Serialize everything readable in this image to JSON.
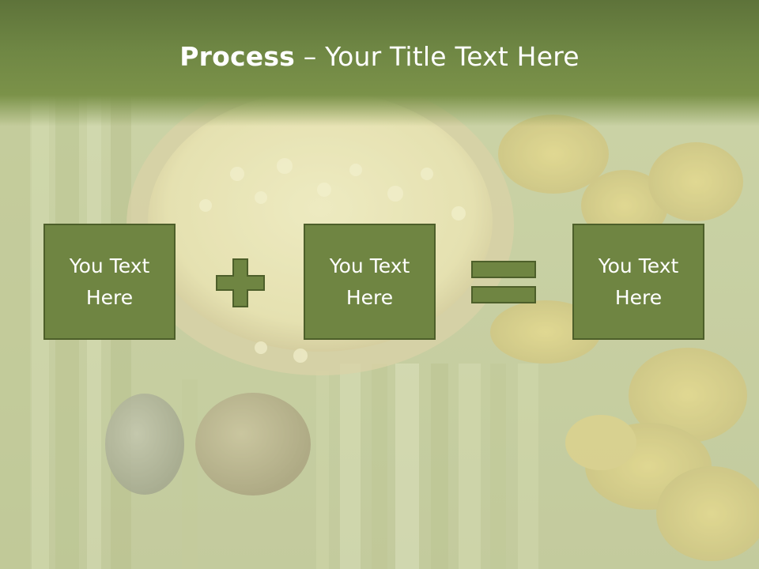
{
  "slide": {
    "title_bold": "Process",
    "title_rest": " – Your Title Text Here"
  },
  "boxes": [
    {
      "label": "You Text Here"
    },
    {
      "label": "You Text Here"
    },
    {
      "label": "You Text Here"
    }
  ],
  "operators": [
    "plus-icon",
    "equals-icon"
  ],
  "colors": {
    "banner": "#6f8744",
    "box_fill": "#6f8542",
    "box_border": "#4d5f2a",
    "text": "#ffffff"
  }
}
